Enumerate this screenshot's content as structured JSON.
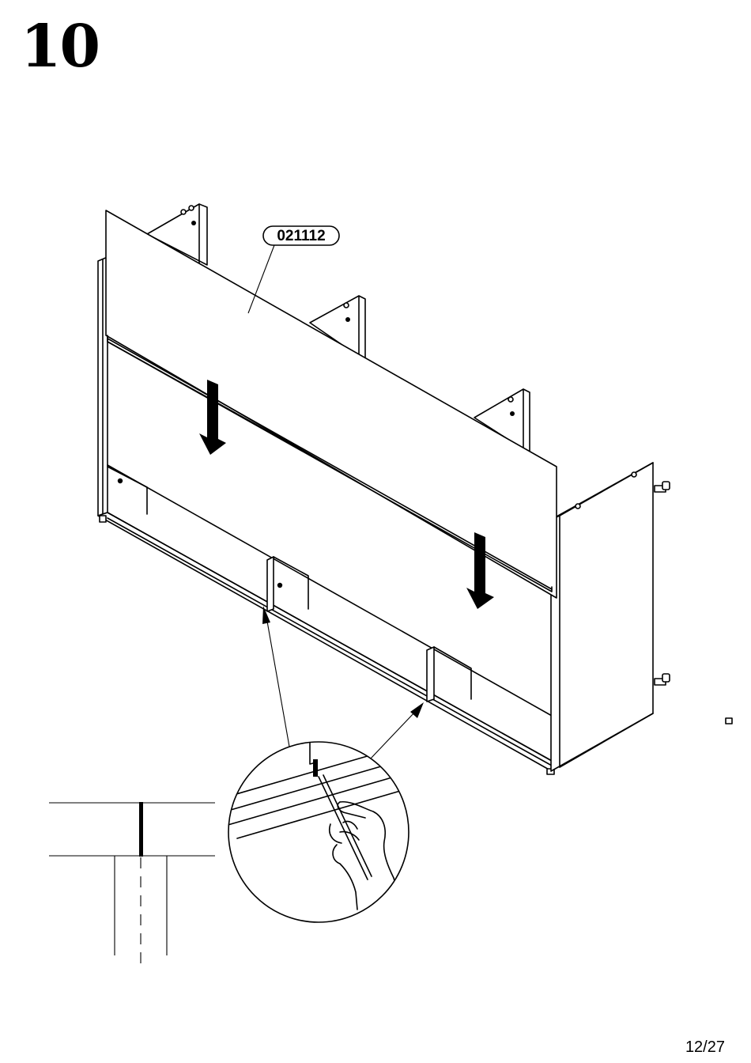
{
  "step": {
    "number": "10"
  },
  "part": {
    "code": "021112"
  },
  "page": {
    "counter": "12/27"
  }
}
